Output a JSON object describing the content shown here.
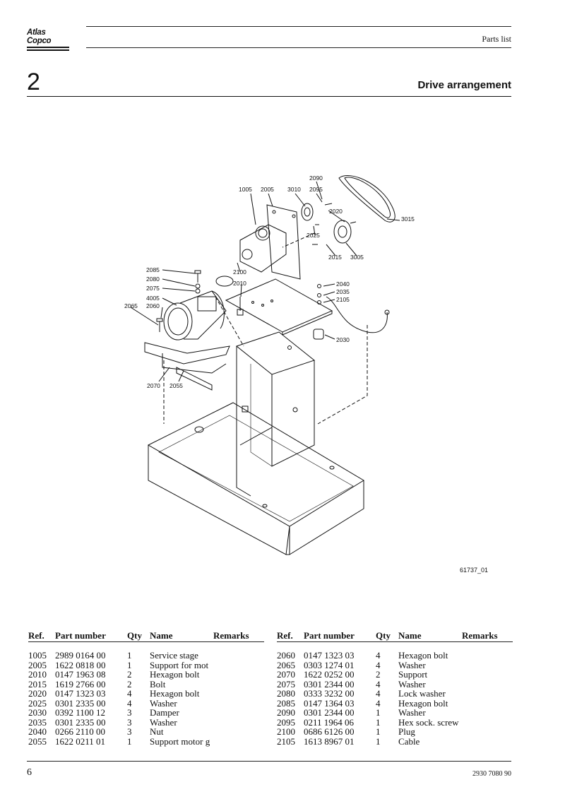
{
  "header": {
    "logo": "Atlas Copco",
    "section": "Parts list"
  },
  "chapter": {
    "number": "2",
    "title": "Drive arrangement"
  },
  "drawing": {
    "id": "61737_01",
    "callouts": [
      "1005",
      "2005",
      "3010",
      "2090",
      "2095",
      "2020",
      "3015",
      "2025",
      "2015",
      "3005",
      "2085",
      "2080",
      "2075",
      "4005",
      "2065",
      "2060",
      "2100",
      "2010",
      "2040",
      "2035",
      "2105",
      "2030",
      "2070",
      "2055"
    ]
  },
  "parts_table": {
    "headers": [
      "Ref.",
      "Part number",
      "Qty",
      "Name",
      "Remarks"
    ],
    "left": [
      [
        "1005",
        "2989 0164 00",
        "1",
        "Service stage",
        ""
      ],
      [
        "2005",
        "1622 0818 00",
        "1",
        "Support for mot",
        ""
      ],
      [
        "2010",
        "0147 1963 08",
        "2",
        "Hexagon bolt",
        ""
      ],
      [
        "2015",
        "1619 2766 00",
        "2",
        "Bolt",
        ""
      ],
      [
        "2020",
        "0147 1323 03",
        "4",
        "Hexagon bolt",
        ""
      ],
      [
        "2025",
        "0301 2335 00",
        "4",
        "Washer",
        ""
      ],
      [
        "2030",
        "0392 1100 12",
        "3",
        "Damper",
        ""
      ],
      [
        "2035",
        "0301 2335 00",
        "3",
        "Washer",
        ""
      ],
      [
        "2040",
        "0266 2110 00",
        "3",
        "Nut",
        ""
      ],
      [
        "2055",
        "1622 0211 01",
        "1",
        "Support motor g",
        ""
      ]
    ],
    "right": [
      [
        "2060",
        "0147 1323 03",
        "4",
        "Hexagon bolt",
        ""
      ],
      [
        "2065",
        "0303 1274 01",
        "4",
        "Washer",
        ""
      ],
      [
        "2070",
        "1622 0252 00",
        "2",
        "Support",
        ""
      ],
      [
        "2075",
        "0301 2344 00",
        "4",
        "Washer",
        ""
      ],
      [
        "2080",
        "0333 3232 00",
        "4",
        "Lock washer",
        ""
      ],
      [
        "2085",
        "0147 1364 03",
        "4",
        "Hexagon bolt",
        ""
      ],
      [
        "2090",
        "0301 2344 00",
        "1",
        "Washer",
        ""
      ],
      [
        "2095",
        "0211 1964 06",
        "1",
        "Hex sock. screw",
        ""
      ],
      [
        "2100",
        "0686 6126 00",
        "1",
        "Plug",
        ""
      ],
      [
        "2105",
        "1613 8967 01",
        "1",
        "Cable",
        ""
      ]
    ]
  },
  "footer": {
    "page": "6",
    "doc_number": "2930 7080 90"
  }
}
